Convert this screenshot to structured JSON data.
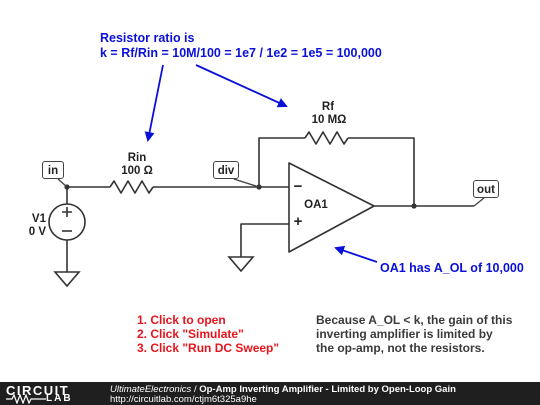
{
  "note_top": {
    "line1": "Resistor ratio is",
    "line2": "k = Rf/Rin = 10M/100 = 1e7 / 1e2 = 1e5 = 100,000"
  },
  "components": {
    "rin": {
      "name": "Rin",
      "value": "100 Ω"
    },
    "rf": {
      "name": "Rf",
      "value": "10 MΩ"
    },
    "v1": {
      "name": "V1",
      "value": "0 V"
    },
    "opamp": {
      "name": "OA1",
      "minus": "−",
      "plus": "+"
    }
  },
  "nodes": {
    "in": "in",
    "div": "div",
    "out": "out"
  },
  "note_opamp": "OA1 has A_OL of 10,000",
  "steps": [
    "1. Click to open",
    "2. Click \"Simulate\"",
    "3. Click \"Run DC Sweep\""
  ],
  "explanation": [
    "Because A_OL < k, the gain of this",
    "inverting amplifier is limited by",
    "the op-amp, not the resistors."
  ],
  "footer": {
    "logo_top": "CIRCUIT",
    "logo_bottom": "LAB",
    "author": "UltimateElectronics",
    "separator": " / ",
    "title": "Op-Amp Inverting Amplifier - Limited by Open-Loop Gain",
    "url": "http://circuitlab.com/ctjm6t325a9he"
  },
  "colors": {
    "annotation": "#0a10d8",
    "steps": "#e8141c",
    "wire": "#333333",
    "footer_bg": "#1f1f1f"
  }
}
